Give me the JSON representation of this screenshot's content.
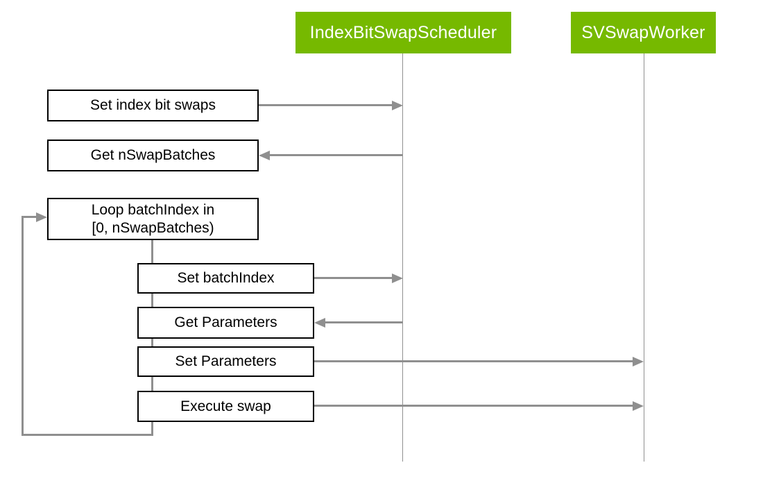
{
  "actors": {
    "scheduler": {
      "label": "IndexBitSwapScheduler"
    },
    "worker": {
      "label": "SVSwapWorker"
    }
  },
  "steps": {
    "set_index_bit_swaps": {
      "label": "Set index bit swaps"
    },
    "get_nswapbatches": {
      "label": "Get nSwapBatches"
    },
    "loop": {
      "line1": "Loop batchIndex in",
      "line2": "[0, nSwapBatches)"
    },
    "set_batchindex": {
      "label": "Set batchIndex"
    },
    "get_parameters": {
      "label": "Get Parameters"
    },
    "set_parameters": {
      "label": "Set Parameters"
    },
    "execute_swap": {
      "label": "Execute swap"
    }
  },
  "colors": {
    "actor_bg": "#76b900",
    "actor_text": "#ffffff",
    "arrow": "#8f8f8f",
    "lifeline": "#909090",
    "box_border": "#000000",
    "box_bg": "#ffffff",
    "text": "#000000",
    "background": "#ffffff"
  }
}
